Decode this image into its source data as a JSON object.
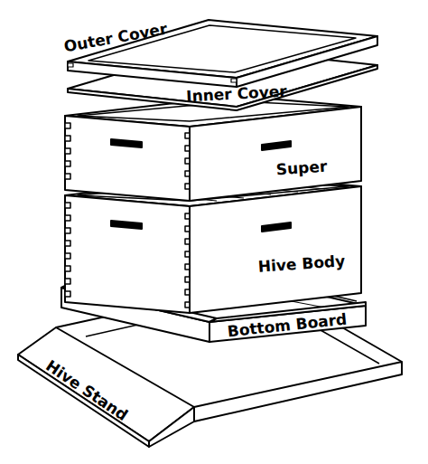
{
  "diagram": {
    "labels": [
      "Outer Cover",
      "Inner Cover",
      "Super",
      "Hive Body",
      "Bottom Board",
      "Hive Stand"
    ]
  }
}
